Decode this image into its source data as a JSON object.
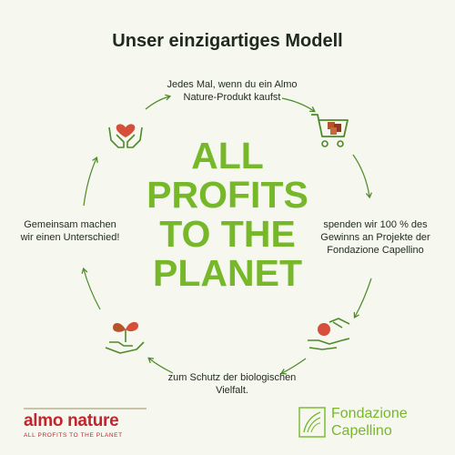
{
  "title": "Unser einzigartiges Modell",
  "center_lines": [
    "ALL",
    "PROFITS",
    "TO THE",
    "PLANET"
  ],
  "steps": {
    "buy": "Jedes Mal, wenn du ein Almo Nature-Produkt kaufst",
    "donate": "spenden wir 100 % des Gewinns an Projekte der Fondazione Capellino",
    "protect": "zum Schutz der biologischen Vielfalt.",
    "together": "Gemeinsam machen wir einen Unterschied!"
  },
  "icons": [
    "hands-heart-icon",
    "shopping-cart-icon",
    "hand-giving-coin-icon",
    "hand-plant-icon"
  ],
  "logos": {
    "almo_name": "almo nature",
    "almo_tagline": "ALL PROFITS TO THE PLANET",
    "fondazione_line1": "Fondazione",
    "fondazione_line2": "Capellino"
  },
  "colors": {
    "green": "#76b82a",
    "red": "#c0262d",
    "text": "#1f2a1a",
    "background": "#f6f7ef"
  }
}
